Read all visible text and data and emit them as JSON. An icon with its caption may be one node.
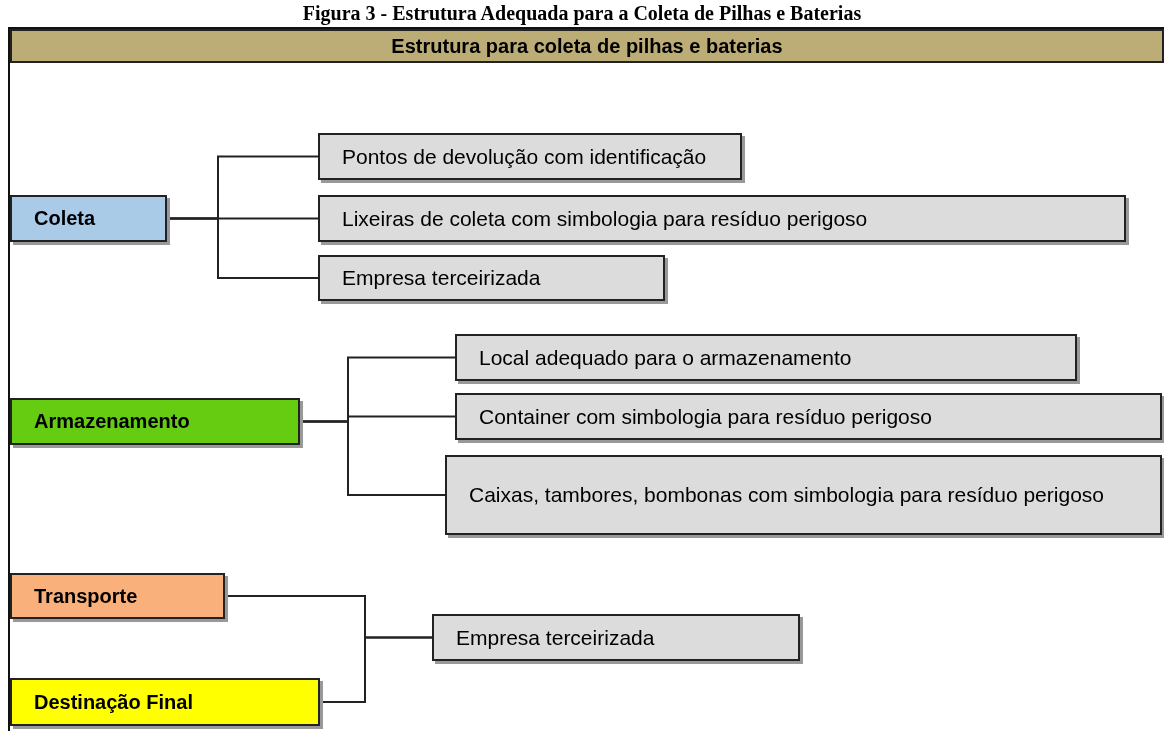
{
  "diagram": {
    "title": "Figura 3 - Estrutura Adequada para a Coleta de Pilhas e Baterias",
    "nodes": [
      {
        "text": [
          "Estrutura para coleta de pilhas e baterias"
        ]
      },
      {
        "text": [
          "Coleta"
        ]
      },
      {
        "text": [
          "Pontos de devolução com identificação"
        ]
      },
      {
        "text": [
          "Lixeiras de coleta com simbologia para resíduo perigoso"
        ]
      },
      {
        "text": [
          "Empresa terceirizada"
        ]
      },
      {
        "text": [
          "Armazenamento"
        ]
      },
      {
        "text": [
          "Local adequado para o armazenamento"
        ]
      },
      {
        "text": [
          "Container com simbologia para resíduo perigoso"
        ]
      },
      {
        "text": [
          "Caixas, tambores, bombonas com simbologia para resíduo perigoso"
        ]
      },
      {
        "text": [
          "Transporte"
        ]
      },
      {
        "text": [
          "Destinação Final"
        ]
      },
      {
        "text": [
          "Empresa terceirizada"
        ]
      }
    ],
    "edges": [
      {
        "from": 1,
        "to": 2,
        "arrow": "none"
      },
      {
        "from": 1,
        "to": 3,
        "arrow": "none"
      },
      {
        "from": 1,
        "to": 4,
        "arrow": "none"
      },
      {
        "from": 5,
        "to": 6,
        "arrow": "none"
      },
      {
        "from": 5,
        "to": 7,
        "arrow": "none"
      },
      {
        "from": 5,
        "to": 8,
        "arrow": "none"
      },
      {
        "from": 9,
        "to": 11,
        "arrow": "none"
      },
      {
        "from": 10,
        "to": 11,
        "arrow": "none"
      }
    ]
  }
}
